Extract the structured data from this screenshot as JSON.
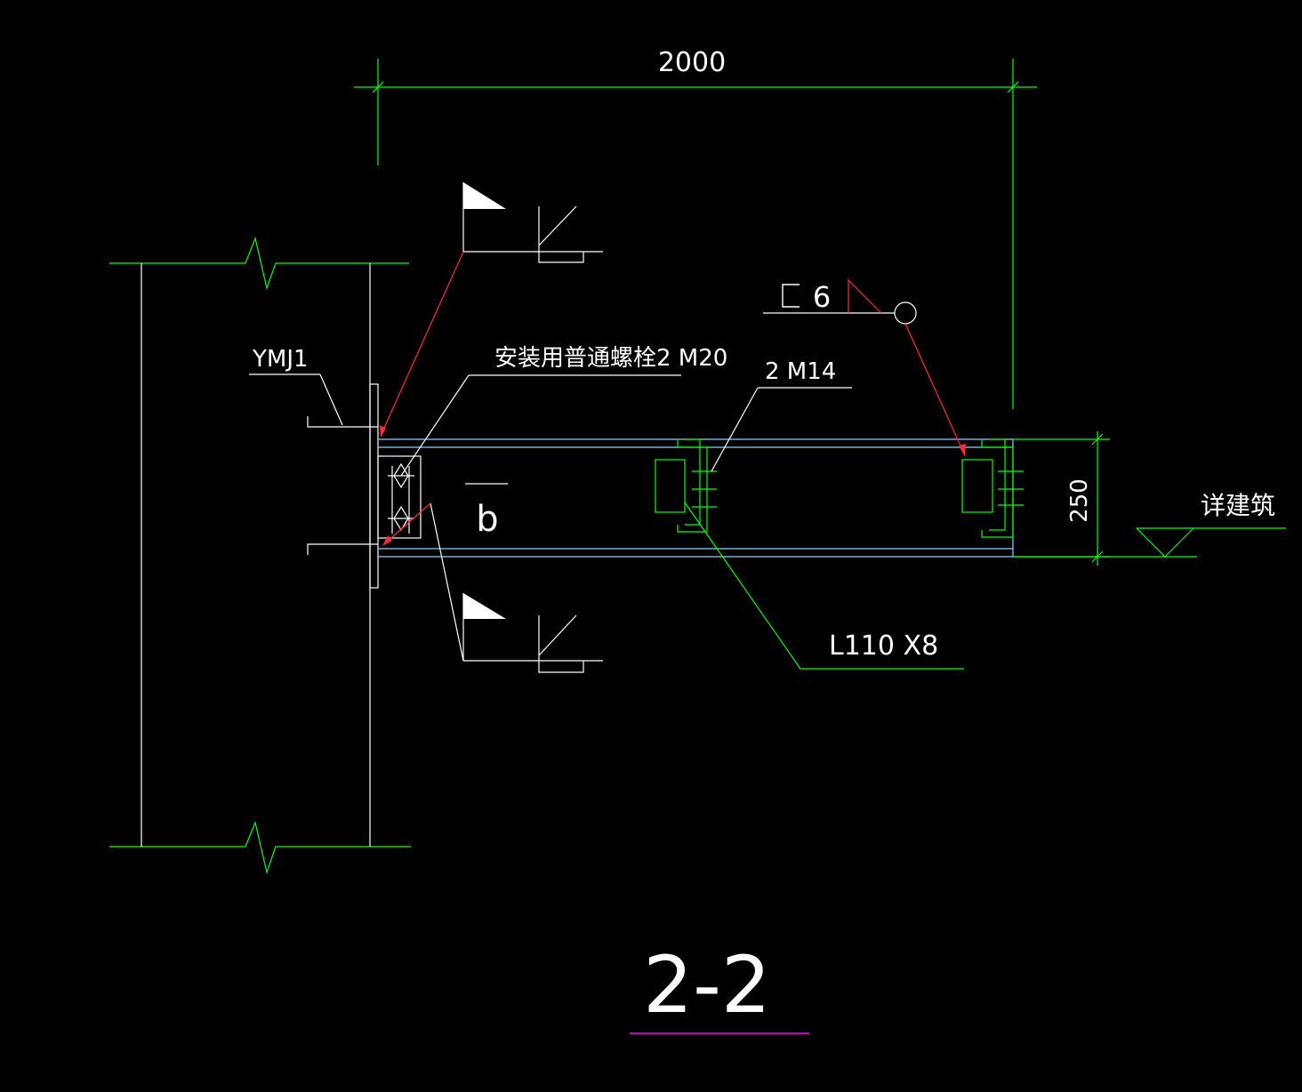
{
  "colors": {
    "background": "#000000",
    "dimension_green": "#00ff00",
    "object_white": "#ffffff",
    "beam_cyan": "#8cd0ff",
    "leader_red": "#ff2a3a",
    "underline_magenta": "#ff00ff"
  },
  "labels": {
    "dim_top": "2000",
    "dim_side": "250",
    "column_tag": "YMJ1",
    "bolt_note": "安装用普通螺栓2 M20",
    "bolt_note_right": "2 M14",
    "channel_symbol": "[",
    "weld_size": "6",
    "section_letter": "b",
    "angle_tag": "L110 X8",
    "finish_note": "详建筑",
    "section_title": "2-2"
  }
}
